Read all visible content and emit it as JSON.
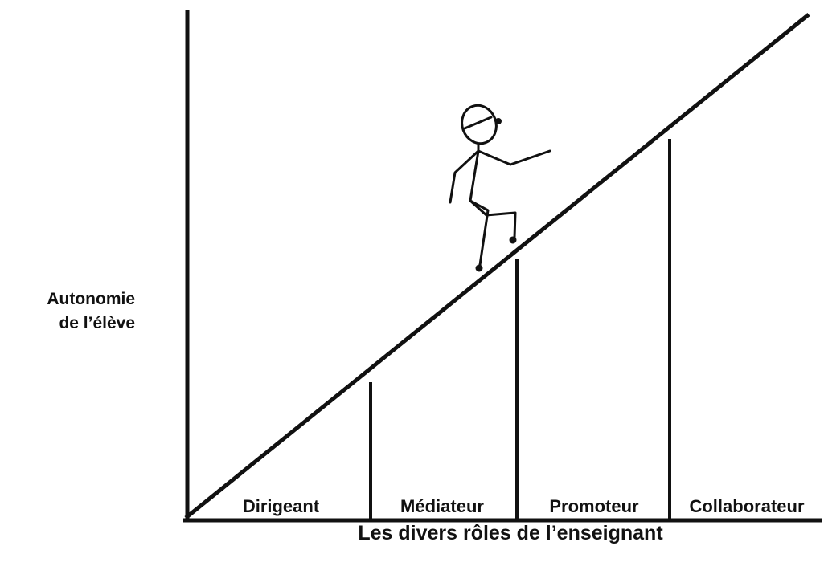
{
  "y_axis_label": {
    "line1": "Autonomie",
    "line2": "de l’élève"
  },
  "x_axis_label": "Les divers rôles de l’enseignant",
  "roles": [
    "Dirigeant",
    "Médiateur",
    "Promoteur",
    "Collaborateur"
  ],
  "colors": {
    "ink": "#111111",
    "background": "#ffffff"
  },
  "icons": {
    "figure": "stick-figure-climbing-icon"
  }
}
